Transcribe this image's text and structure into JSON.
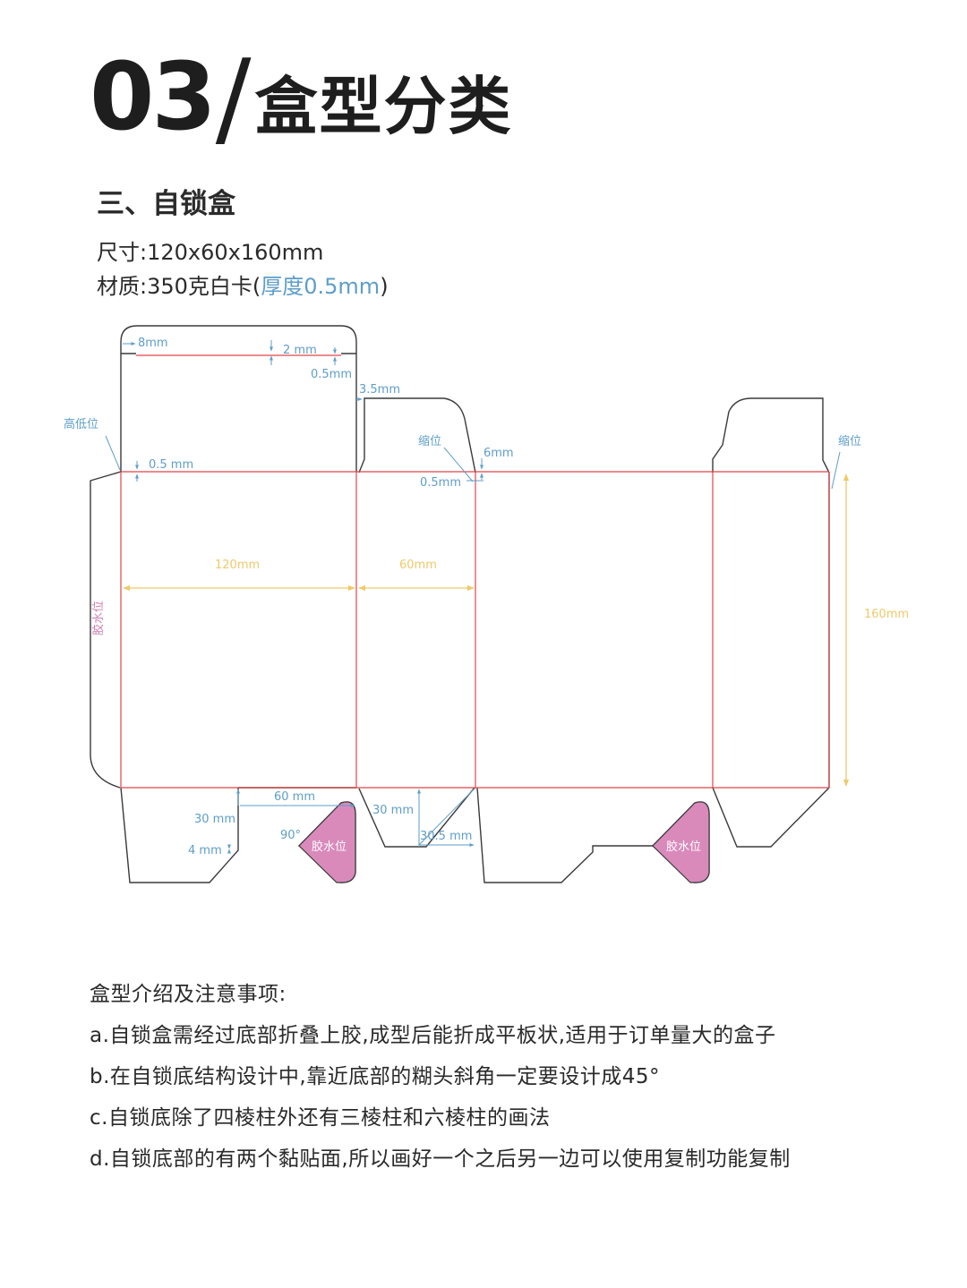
{
  "heading": {
    "number": "03",
    "slash": "/",
    "title": "盒型分类"
  },
  "subtitle": "三、自锁盒",
  "specs": {
    "size_label": "尺寸:",
    "size_value": "120x60x160mm",
    "material_label": "材质:",
    "material_value": "350克白卡(",
    "material_highlight": "厚度0.5mm",
    "material_close": ")"
  },
  "diagram": {
    "colors": {
      "cut": "#3a3a3a",
      "fold": "#e0454a",
      "measure": "#5e9ec9",
      "dimension": "#efc96a",
      "glue": "#d98abb",
      "glue_text": "#cf7fb2"
    },
    "labels": {
      "top_tuck_width": "8mm",
      "top_gap": "2 mm",
      "top_thickness": "0.5mm",
      "dust_flap_offset": "3.5mm",
      "height_offset": "高低位",
      "side_offset": "0.5 mm",
      "shrink_left": "缩位",
      "shrink_gap": "6mm",
      "shrink_offset": "0.5mm",
      "shrink_right": "缩位",
      "width_front": "120mm",
      "width_side": "60mm",
      "height": "160mm",
      "glue_side": "胶水位",
      "bottom_width": "60 mm",
      "bottom_depth": "30 mm",
      "bottom_notch": "4 mm",
      "bottom_angle": "90°",
      "glue_bottom_left": "胶水位",
      "side_bottom_depth": "30 mm",
      "side_bottom_offset": "30.5 mm",
      "glue_bottom_right": "胶水位"
    }
  },
  "notes": {
    "title": "盒型介绍及注意事项:",
    "items": [
      "a.自锁盒需经过底部折叠上胶,成型后能折成平板状,适用于订单量大的盒子",
      "b.在自锁底结构设计中,靠近底部的糊头斜角一定要设计成45°",
      "c.自锁底除了四棱柱外还有三棱柱和六棱柱的画法",
      "d.自锁底部的有两个黏贴面,所以画好一个之后另一边可以使用复制功能复制"
    ]
  }
}
